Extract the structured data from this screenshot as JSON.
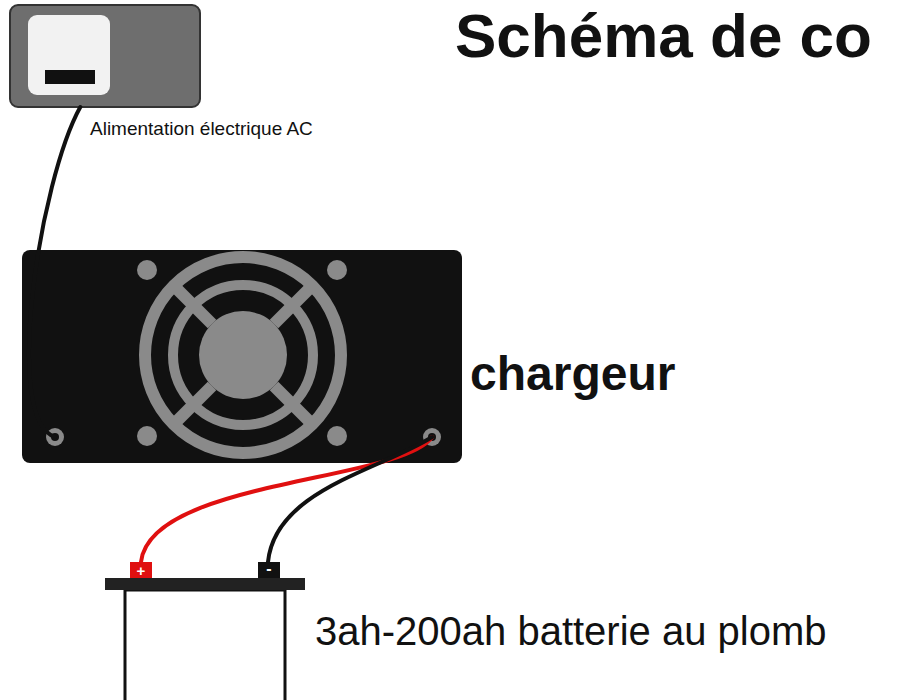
{
  "diagram": {
    "title": "Schéma de co",
    "nodes": [
      {
        "text": [
          "Alimentation électrique AC"
        ]
      },
      {
        "text": [
          "chargeur"
        ]
      },
      {
        "text": [
          "3ah-200ah batterie au plomb"
        ]
      }
    ],
    "edges": [
      {
        "from": 0,
        "to": 1,
        "arrow": "none"
      },
      {
        "from": 1,
        "to": 2,
        "arrow": "none"
      },
      {
        "from": 1,
        "to": 2,
        "arrow": "none"
      }
    ],
    "labels": [
      "+",
      "-"
    ]
  }
}
